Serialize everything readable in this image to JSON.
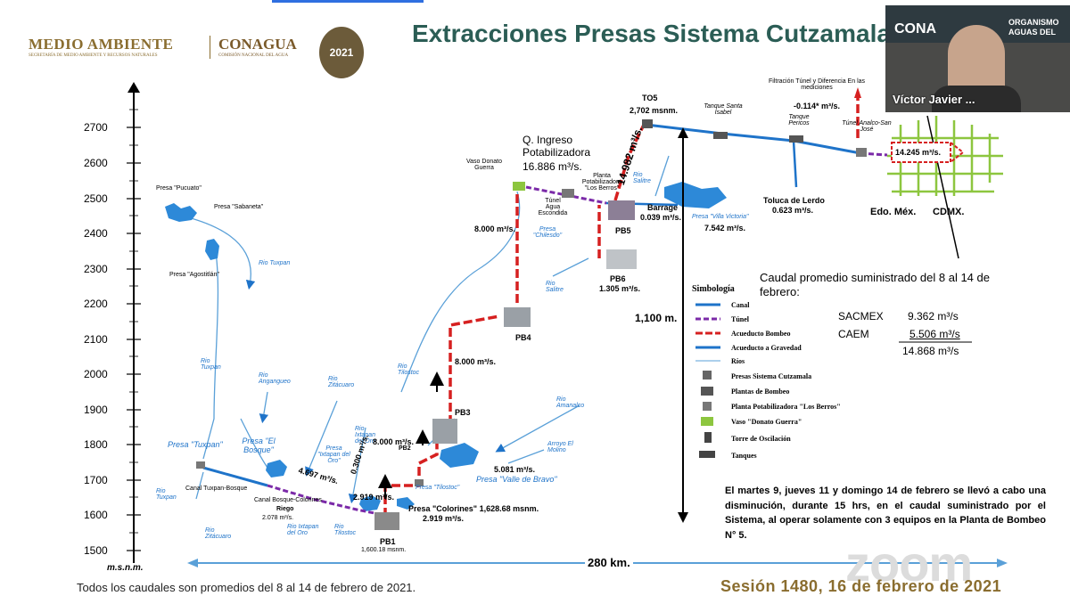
{
  "slide": {
    "title": "Extracciones Presas Sistema Cutzamala",
    "logo_medio_ambiente": "MEDIO AMBIENTE",
    "logo_medio_ambiente_sub": "SECRETARÍA DE MEDIO AMBIENTE Y RECURSOS NATURALES",
    "logo_conagua": "CONAGUA",
    "logo_conagua_sub": "COMISIÓN NACIONAL DEL AGUA",
    "seal_year": "2021",
    "footer_note": "Todos los caudales son promedios del 8 al 14 de febrero de 2021.",
    "session": "Sesión 1480, 16 de febrero de 2021",
    "zoom_watermark": "zoom"
  },
  "axis": {
    "unit": "m.s.n.m.",
    "ticks": [
      "2700",
      "2600",
      "2500",
      "2400",
      "2300",
      "2200",
      "2100",
      "2000",
      "1900",
      "1800",
      "1700",
      "1600",
      "1500"
    ]
  },
  "distance": {
    "label": "280 km.",
    "height_label": "1,100 m."
  },
  "labels": {
    "presa_pucuato": "Presa \"Pucuato\"",
    "presa_sabaneta": "Presa \"Sabaneta\"",
    "presa_agostitlan": "Presa \"Agostitlán\"",
    "rio_tuxpan_top": "Rio Tuxpan",
    "rio_tuxpan_mid": "Rio Tuxpan",
    "rio_angangueo": "Rio Angangueo",
    "rio_zitacuaro": "Rio Zitácuaro",
    "presa_tuxpan": "Presa \"Tuxpan\"",
    "presa_el_bosque": "Presa \"El Bosque\"",
    "presa_ixtapan": "Presa \"Ixtapan del Oro\"",
    "rio_ixtapan": "Rio Ixtapan del Oro",
    "canal_tuxpan_bosque": "Canal Tuxpan-Bosque",
    "canal_bosque_colorines": "Canal Bosque-Colorines",
    "riego": "Riego",
    "riego_flow": "2.078 m³/s.",
    "rio_tuxpan_low": "Rio Tuxpan",
    "rio_zitacuaro_low": "Rio Zitácuaro",
    "rio_ixtapan_low": "Rio Ixtapan del Oro",
    "rio_tilostoc_low": "Rio Tilostoc",
    "flow_4697": "4.697 m³/s.",
    "flow_0300": "0.300 m³/s.",
    "flow_2919a": "2.919 m³/s.",
    "presa_colorines": "Presa \"Colorines\" 1,628.68 msnm.",
    "flow_2919b": "2.919 m³/s.",
    "pb1": "PB1",
    "pb1_elev": "1,600.18 msnm.",
    "pb2": "PB2",
    "flow_8000_pb2": "8.000 m³/s.",
    "presa_tilostoc": "Presa \"Tilostoc\"",
    "flow_5081": "5.081 m³/s.",
    "presa_valle_bravo": "Presa \"Valle de Bravo\"",
    "rio_amanalco": "Rio Amanalco",
    "arroyo_molino": "Arroyo El Molino",
    "rio_tilostoc": "Rio Tilostoc",
    "pb3": "PB3",
    "flow_8000_pb3": "8.000 m³/s.",
    "pb4": "PB4",
    "rio_salitre": "Rio Salitre",
    "flow_8000_top": "8.000 m³/s.",
    "presa_chilesdo": "Presa \"Chilesdo\"",
    "vaso_donato": "Vaso Donato Guerra",
    "q_ingreso": "Q. Ingreso Potabilizadora",
    "q_ingreso_val": "16.886 m³/s.",
    "tunel_agua": "Túnel Agua Escondida",
    "planta_berros": "Planta Potabilizadora \"Los Berros\"",
    "rio_salitre_top": "Rio Salitre",
    "flow_14982": "14.982 m³/s.",
    "pb5": "PB5",
    "barrage": "Barrage",
    "barrage_flow": "0.039 m³/s.",
    "presa_villa_victoria": "Presa \"Villa Victoria\"",
    "flow_7542": "7.542 m³/s.",
    "pb6": "PB6",
    "pb6_flow": "1.305 m³/s.",
    "to5": "TO5",
    "to5_elev": "2,702 msnm.",
    "tanque_santa_isabel": "Tanque Santa Isabel",
    "tanque_pericos": "Tanque Pericos",
    "tunel_analco": "Túnel Analco-San José",
    "toluca": "Toluca de Lerdo",
    "toluca_flow": "0.623 m³/s.",
    "filtracion": "Filtración Túnel y Diferencia En las mediciones",
    "filtracion_flow": "-0.114* m³/s.",
    "cdmx_flow": "14.245 m³/s.",
    "edo_mex": "Edo. Méx.",
    "cdmx": "CDMX."
  },
  "symbology": {
    "title": "Simbología",
    "items": [
      "Canal",
      "Túnel",
      "Acueducto Bombeo",
      "Acueducto a Gravedad",
      "Ríos",
      "Presas Sistema Cutzamala",
      "Plantas de Bombeo",
      "Planta Potabilizadora \"Los Berros\"",
      "Vaso \"Donato Guerra\"",
      "Torre de Oscilación",
      "Tanques"
    ]
  },
  "caudal": {
    "heading": "Caudal promedio suministrado del 8 al 14 de febrero:",
    "rows": [
      {
        "name": "SACMEX",
        "value": "9.362 m³/s"
      },
      {
        "name": "CAEM",
        "value": "5.506 m³/s"
      },
      {
        "name": "",
        "value": "14.868 m³/s"
      }
    ]
  },
  "note": "El martes 9, jueves 11 y domingo 14 de febrero se llevó a cabo una disminución, durante 15 hrs, en el caudal suministrado por el Sistema, al operar solamente con 3 equipos en la Planta de Bombeo N° 5.",
  "video": {
    "participant": "Víctor Javier ...",
    "org_line1": "ORGANISMO",
    "org_line2": "AGUAS DEL",
    "logo": "CONA"
  },
  "colors": {
    "canal": "#1e73c9",
    "tunel": "#7b2aa8",
    "bombeo": "#d62020",
    "title": "#2b5d55",
    "session": "#8a6d2f"
  }
}
